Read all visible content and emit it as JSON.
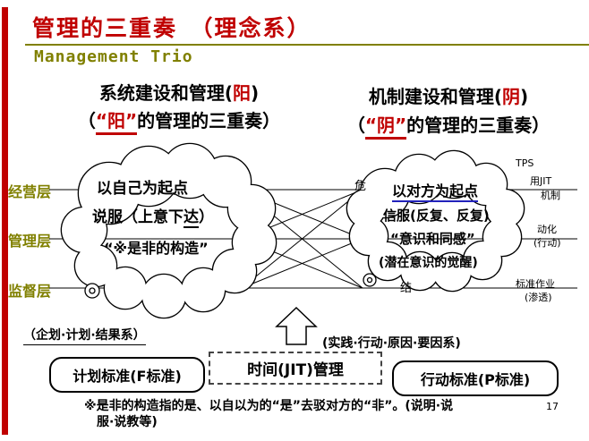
{
  "slide": {
    "title": "管理的三重奏　（理念系）",
    "subtitle": "Management  Trio",
    "page_number": "17"
  },
  "headers": {
    "left": {
      "line1_pre": "系统建设和管理(",
      "line1_accent": "阳",
      "line1_post": ")",
      "line2_pre": "（",
      "line2_accent": "“阳”",
      "line2_post": "的管理的三重奏）"
    },
    "right": {
      "line1_pre": "机制建设和管理(",
      "line1_accent": "阴",
      "line1_post": ")",
      "line2_pre": "（",
      "line2_accent": "“阴”",
      "line2_post": "的管理的三重奏）"
    }
  },
  "layers": [
    {
      "label": "经营层"
    },
    {
      "label": "管理层"
    },
    {
      "label": "监督层"
    }
  ],
  "left_cloud": {
    "line1": "以自己为起点",
    "line2_pre": "说服（上意下",
    "line2_accent": "达",
    "line2_post": "）",
    "line3": "“※是非的构造”"
  },
  "right_cloud": {
    "line1": "以对方为起点",
    "line2": "信服(反复、反复)",
    "line3": "“意识和同感”",
    "line4": "(潜在意识的觉醒)"
  },
  "annotations": {
    "tps": "TPS",
    "jit": "用JIT",
    "mechanism": "机制",
    "donghua": "动化",
    "action": "(行动)",
    "standard_work": "标准作业",
    "penetration": "(渗透)",
    "fragment_wei": "危",
    "fragment_jie": "结"
  },
  "bottom": {
    "left_label": "（企划·计划·结果系）",
    "right_label": "(实践·行动·原因·要因系)",
    "f_standard_box": "计划标准(F标准)",
    "jit_box": "时间(JIT)管理",
    "p_standard_box": "行动标准(P标准)"
  },
  "footnote": {
    "line1": "※是非的构造指的是、以自以为的“是”去驳对方的“非”。(说明·说",
    "line2": "服·说教等)"
  },
  "colors": {
    "accent_red": "#c00000",
    "olive": "#808000",
    "underline_blue": "#2222bb"
  }
}
